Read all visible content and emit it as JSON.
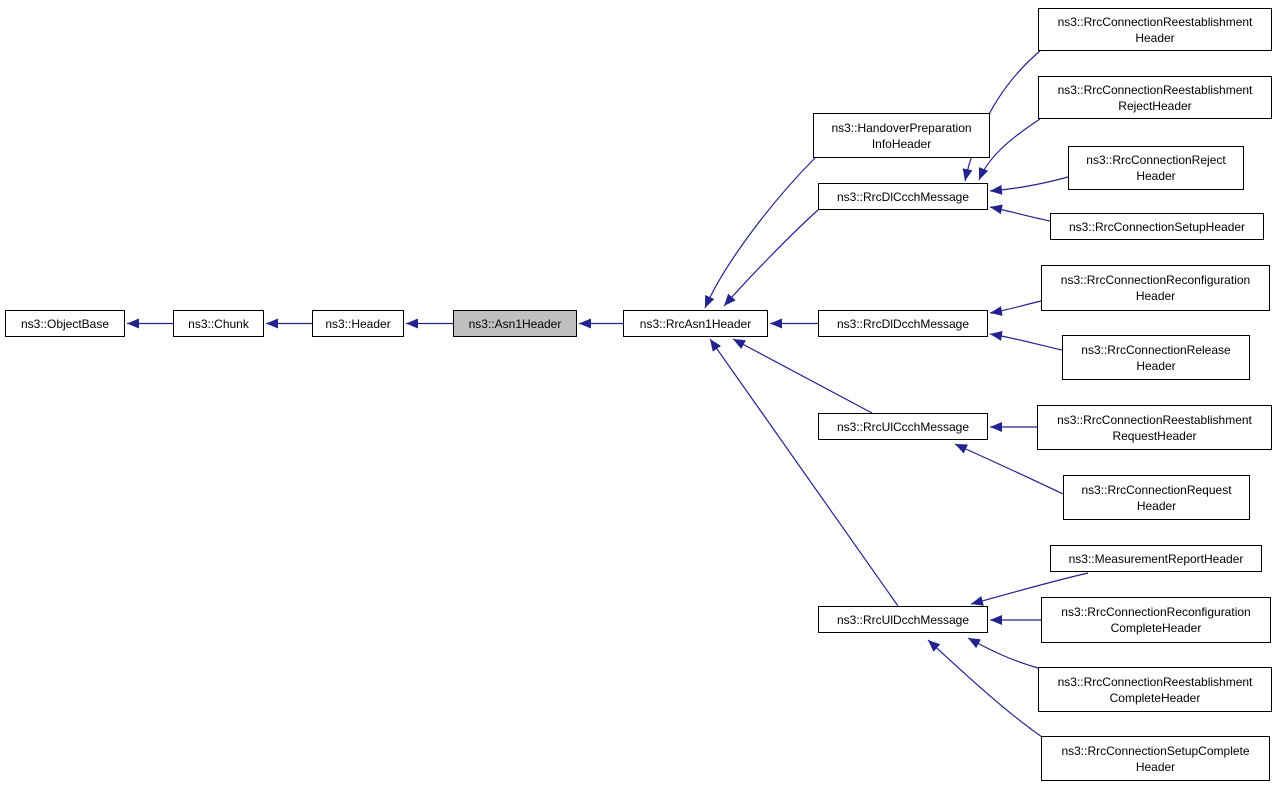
{
  "diagram": {
    "type": "inheritance-graph",
    "selected_node": "ns3::Asn1Header",
    "colors": {
      "background": "#ffffff",
      "node_border": "#000000",
      "node_fill": "#ffffff",
      "selected_node_fill": "#bfbfbf",
      "edge": "#23238e"
    },
    "nodes": [
      {
        "id": "object-base",
        "label": "ns3::ObjectBase"
      },
      {
        "id": "chunk",
        "label": "ns3::Chunk"
      },
      {
        "id": "header",
        "label": "ns3::Header"
      },
      {
        "id": "asn1-header",
        "label": "ns3::Asn1Header",
        "selected": true
      },
      {
        "id": "rrc-asn1-header",
        "label": "ns3::RrcAsn1Header"
      },
      {
        "id": "handover-preparation-info-header",
        "label": "ns3::HandoverPreparation\nInfoHeader"
      },
      {
        "id": "rrc-dl-ccch-message",
        "label": "ns3::RrcDlCcchMessage"
      },
      {
        "id": "rrc-dl-dcch-message",
        "label": "ns3::RrcDlDcchMessage"
      },
      {
        "id": "rrc-ul-ccch-message",
        "label": "ns3::RrcUlCcchMessage"
      },
      {
        "id": "rrc-ul-dcch-message",
        "label": "ns3::RrcUlDcchMessage"
      },
      {
        "id": "rrc-connection-reestablishment-header",
        "label": "ns3::RrcConnectionReestablishment\nHeader"
      },
      {
        "id": "rrc-connection-reestablishment-reject-header",
        "label": "ns3::RrcConnectionReestablishment\nRejectHeader"
      },
      {
        "id": "rrc-connection-reject-header",
        "label": "ns3::RrcConnectionReject\nHeader"
      },
      {
        "id": "rrc-connection-setup-header",
        "label": "ns3::RrcConnectionSetupHeader"
      },
      {
        "id": "rrc-connection-reconfiguration-header",
        "label": "ns3::RrcConnectionReconfiguration\nHeader"
      },
      {
        "id": "rrc-connection-release-header",
        "label": "ns3::RrcConnectionRelease\nHeader"
      },
      {
        "id": "rrc-connection-reestablishment-request-header",
        "label": "ns3::RrcConnectionReestablishment\nRequestHeader"
      },
      {
        "id": "rrc-connection-request-header",
        "label": "ns3::RrcConnectionRequest\nHeader"
      },
      {
        "id": "measurement-report-header",
        "label": "ns3::MeasurementReportHeader"
      },
      {
        "id": "rrc-connection-reconfiguration-complete-header",
        "label": "ns3::RrcConnectionReconfiguration\nCompleteHeader"
      },
      {
        "id": "rrc-connection-reestablishment-complete-header",
        "label": "ns3::RrcConnectionReestablishment\nCompleteHeader"
      },
      {
        "id": "rrc-connection-setup-complete-header",
        "label": "ns3::RrcConnectionSetupComplete\nHeader"
      }
    ],
    "edges": [
      {
        "from": "chunk",
        "to": "object-base"
      },
      {
        "from": "header",
        "to": "chunk"
      },
      {
        "from": "asn1-header",
        "to": "header"
      },
      {
        "from": "rrc-asn1-header",
        "to": "asn1-header"
      },
      {
        "from": "handover-preparation-info-header",
        "to": "rrc-asn1-header"
      },
      {
        "from": "rrc-dl-ccch-message",
        "to": "rrc-asn1-header"
      },
      {
        "from": "rrc-dl-dcch-message",
        "to": "rrc-asn1-header"
      },
      {
        "from": "rrc-ul-ccch-message",
        "to": "rrc-asn1-header"
      },
      {
        "from": "rrc-ul-dcch-message",
        "to": "rrc-asn1-header"
      },
      {
        "from": "rrc-connection-reestablishment-header",
        "to": "rrc-dl-ccch-message"
      },
      {
        "from": "rrc-connection-reestablishment-reject-header",
        "to": "rrc-dl-ccch-message"
      },
      {
        "from": "rrc-connection-reject-header",
        "to": "rrc-dl-ccch-message"
      },
      {
        "from": "rrc-connection-setup-header",
        "to": "rrc-dl-ccch-message"
      },
      {
        "from": "rrc-connection-reconfiguration-header",
        "to": "rrc-dl-dcch-message"
      },
      {
        "from": "rrc-connection-release-header",
        "to": "rrc-dl-dcch-message"
      },
      {
        "from": "rrc-connection-reestablishment-request-header",
        "to": "rrc-ul-ccch-message"
      },
      {
        "from": "rrc-connection-request-header",
        "to": "rrc-ul-ccch-message"
      },
      {
        "from": "measurement-report-header",
        "to": "rrc-ul-dcch-message"
      },
      {
        "from": "rrc-connection-reconfiguration-complete-header",
        "to": "rrc-ul-dcch-message"
      },
      {
        "from": "rrc-connection-reestablishment-complete-header",
        "to": "rrc-ul-dcch-message"
      },
      {
        "from": "rrc-connection-setup-complete-header",
        "to": "rrc-ul-dcch-message"
      }
    ]
  }
}
